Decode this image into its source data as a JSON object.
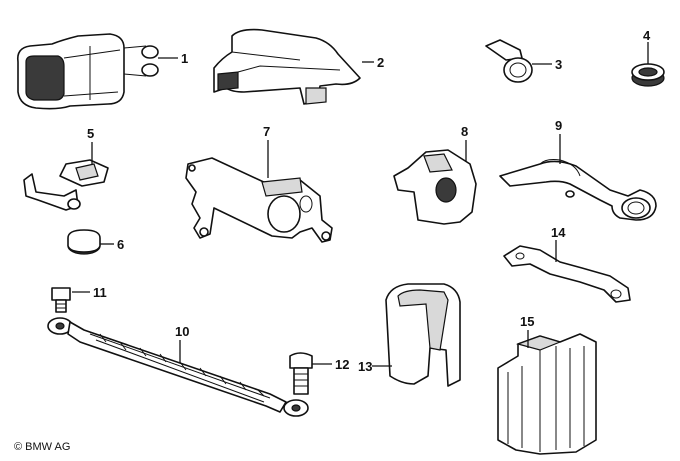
{
  "diagram": {
    "callouts": [
      "1",
      "2",
      "3",
      "4",
      "5",
      "6",
      "7",
      "8",
      "9",
      "10",
      "11",
      "12",
      "13",
      "14",
      "15"
    ]
  },
  "footer": {
    "copyright": "© BMW AG"
  }
}
